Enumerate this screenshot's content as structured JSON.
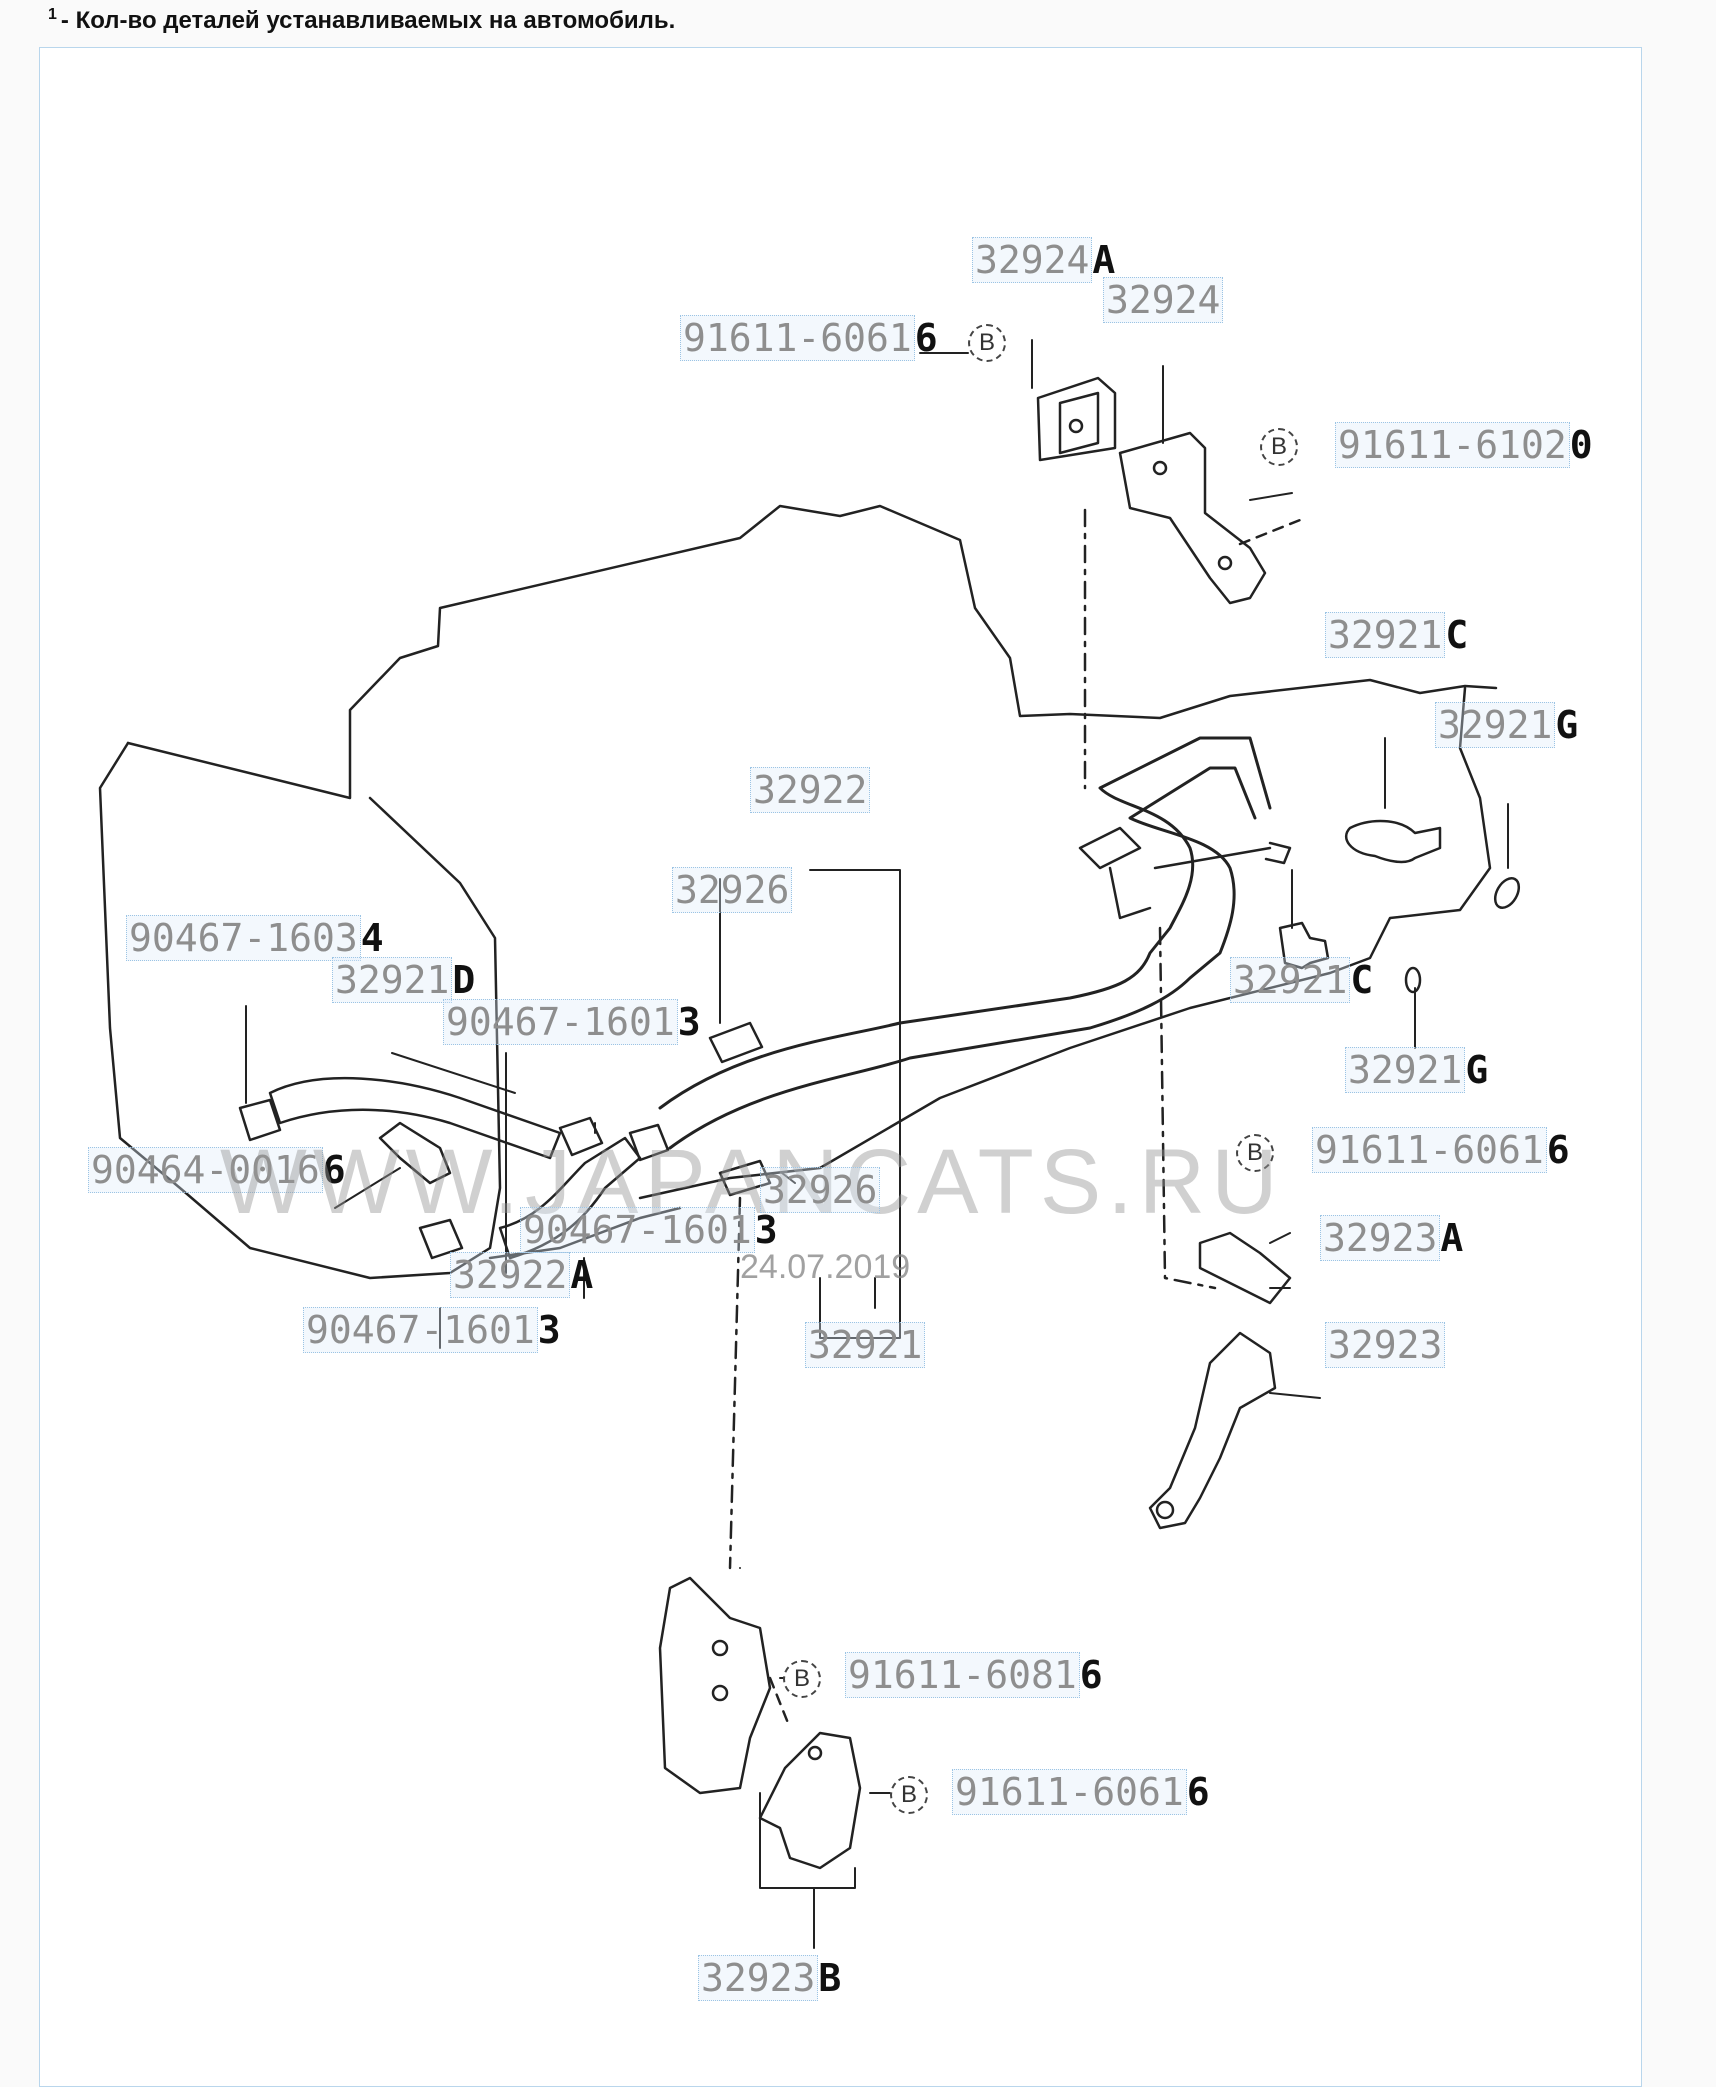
{
  "footnote": {
    "sup": "1",
    "text": "- Кол-во деталей устанавливаемых на автомобиль."
  },
  "watermark": "WWW.JAPANCATS.RU",
  "date": "24.07.2019",
  "badge_letter": "B",
  "labels": {
    "l_32924a": {
      "code": "32924",
      "qty": "A"
    },
    "l_32924": {
      "code": "32924",
      "qty": ""
    },
    "l_91611_60616_a": {
      "code": "91611-6061",
      "qty": "6"
    },
    "l_91611_61020": {
      "code": "91611-6102",
      "qty": "0"
    },
    "l_32921c_a": {
      "code": "32921",
      "qty": "C"
    },
    "l_32921g_a": {
      "code": "32921",
      "qty": "G"
    },
    "l_32922": {
      "code": "32922",
      "qty": ""
    },
    "l_32926_a": {
      "code": "32926",
      "qty": ""
    },
    "l_90467_16034": {
      "code": "90467-1603",
      "qty": "4"
    },
    "l_32921d": {
      "code": "32921",
      "qty": "D"
    },
    "l_90467_16013_a": {
      "code": "90467-1601",
      "qty": "3"
    },
    "l_32921c_b": {
      "code": "32921",
      "qty": "C"
    },
    "l_32921g_b": {
      "code": "32921",
      "qty": "G"
    },
    "l_91611_60616_b": {
      "code": "91611-6061",
      "qty": "6"
    },
    "l_90464_00166": {
      "code": "90464-0016",
      "qty": "6"
    },
    "l_32926_b": {
      "code": "32926",
      "qty": ""
    },
    "l_90467_16013_b": {
      "code": "90467-1601",
      "qty": "3"
    },
    "l_32923a": {
      "code": "32923",
      "qty": "A"
    },
    "l_32922a": {
      "code": "32922",
      "qty": "A"
    },
    "l_90467_16013_c": {
      "code": "90467-1601",
      "qty": "3"
    },
    "l_32921": {
      "code": "32921",
      "qty": ""
    },
    "l_32923": {
      "code": "32923",
      "qty": ""
    },
    "l_91611_60816": {
      "code": "91611-6081",
      "qty": "6"
    },
    "l_91611_60616_c": {
      "code": "91611-6061",
      "qty": "6"
    },
    "l_32923b": {
      "code": "32923",
      "qty": "B"
    }
  }
}
